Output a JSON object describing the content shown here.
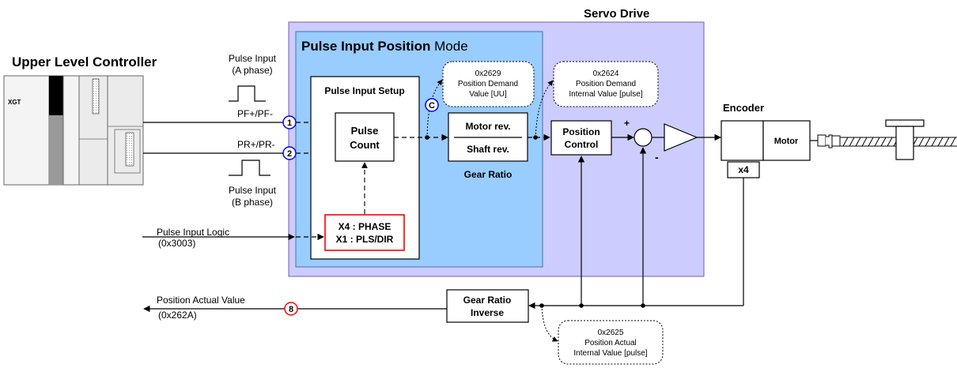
{
  "labels": {
    "servo_drive": "Servo Drive",
    "mode_title_bold": "Pulse Input Position",
    "mode_title_rest": " Mode",
    "upper_controller": "Upper Level Controller",
    "plc_label": "XGT",
    "pulse_a_line1": "Pulse Input",
    "pulse_a_line2": "(A phase)",
    "pulse_b_line1": "Pulse Input",
    "pulse_b_line2": "(B phase)",
    "pf": "PF+/PF-",
    "pr": "PR+/PR-",
    "pulse_input_setup": "Pulse Input Setup",
    "pulse_count_1": "Pulse",
    "pulse_count_2": "Count",
    "phase_1": "X4 : PHASE",
    "phase_2": "X1 : PLS/DIR",
    "logic_1": "Pulse Input Logic",
    "logic_2": "(0x3003)",
    "motor_rev": "Motor rev.",
    "shaft_rev": "Shaft rev.",
    "gear_ratio": "Gear Ratio",
    "pos_control_1": "Position",
    "pos_control_2": "Control",
    "plus": "+",
    "minus": "-",
    "encoder": "Encoder",
    "motor": "Motor",
    "x4": "x4",
    "gri_1": "Gear Ratio",
    "gri_2": "Inverse",
    "pav_1": "Position Actual Value",
    "pav_2": "(0x262A)"
  },
  "callouts": {
    "c2629": {
      "code": "0x2629",
      "l1": "Position Demand",
      "l2": "Value [UU]"
    },
    "c2624": {
      "code": "0x2624",
      "l1": "Position Demand",
      "l2": "Internal Value [pulse]"
    },
    "c2625": {
      "code": "0x2625",
      "l1": "Position Actual",
      "l2": "Internal Value [pulse]"
    }
  },
  "markers": {
    "m1": "1",
    "m2": "2",
    "mc": "C",
    "m8": "8"
  },
  "colors": {
    "servo_fill": "#ccccff",
    "servo_title": "#9933cc",
    "mode_fill": "#99ccff",
    "mode_title": "#0000ff",
    "marker_blue": "#0000ff",
    "marker_red": "#ff0000",
    "phase_border": "#ff0000",
    "plc_fill": "#ebebeb"
  }
}
